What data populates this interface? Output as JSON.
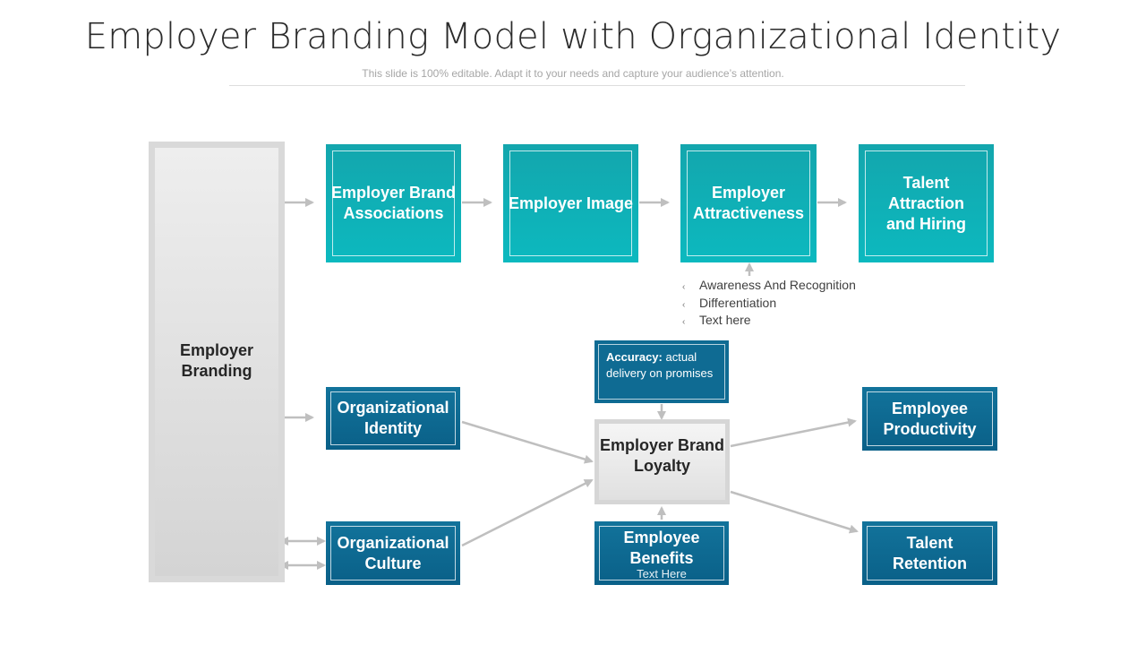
{
  "header": {
    "title": "Employer Branding Model with Organizational Identity",
    "subtitle": "This slide is 100% editable. Adapt it to your needs and capture your audience’s attention."
  },
  "diagram": {
    "employer_branding": "Employer Branding",
    "top_row": [
      "Employer Brand Associations",
      "Employer Image",
      "Employer Attractiveness",
      "Talent Attraction and Hiring"
    ],
    "attractiveness_factors": [
      "Awareness And Recognition",
      "Differentiation",
      "Text here"
    ],
    "accuracy": {
      "label": "Accuracy:",
      "text": "actual delivery on promises"
    },
    "organizational_identity": "Organizational Identity",
    "organizational_culture": "Organizational Culture",
    "employer_brand_loyalty": "Employer Brand Loyalty",
    "employee_benefits": {
      "title": "Employee Benefits",
      "subtext": "Text Here"
    },
    "employee_productivity": "Employee Productivity",
    "talent_retention": "Talent Retention"
  },
  "colors": {
    "teal": "#0fb0b6",
    "navy": "#0c6a93",
    "gray_box": "#d9d9d9",
    "arrow": "#bfbfbf"
  }
}
